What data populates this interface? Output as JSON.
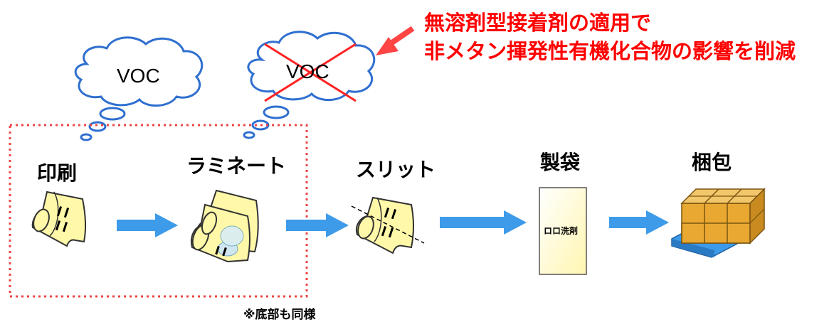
{
  "note": {
    "line1": "無溶剤型接着剤の適用で",
    "line2": "非メタン揮発性有機化合物の影響を削減",
    "color": "#ff0000"
  },
  "clouds": {
    "left_label": "VOC",
    "right_label": "VOC",
    "right_struck": true
  },
  "stages": [
    {
      "label": "印刷"
    },
    {
      "label": "ラミネート"
    },
    {
      "label": "スリット"
    },
    {
      "label": "製袋"
    },
    {
      "label": "梱包"
    }
  ],
  "package_label": "ロロ洗剤",
  "footnote": "※底部も同様",
  "colors": {
    "arrow": "#3d9be9",
    "film": "#fff8a8",
    "film_stroke": "#333333",
    "box": "#e8a832",
    "pallet": "#3d9be9",
    "dashed_box": "#ee4444",
    "cloud_fill": "#ffffff",
    "cloud_stroke": "#2f6fd0"
  }
}
